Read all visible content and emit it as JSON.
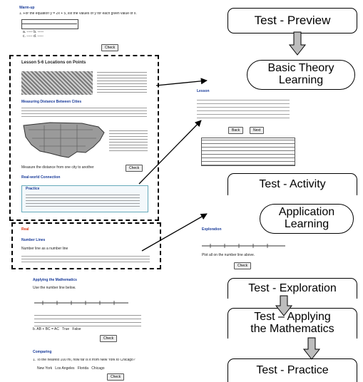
{
  "flow": {
    "test_preview": "Test - Preview",
    "basic_theory": [
      "Basic Theory",
      "Learning"
    ],
    "test_activity": "Test - Activity",
    "application": [
      "Application",
      "Learning"
    ],
    "test_exploration": "Test - Exploration",
    "test_applying": [
      "Test – Applying",
      "the Mathematics"
    ],
    "test_practice": "Test - Practice"
  },
  "thumb": {
    "preview_heading": "Warm-up",
    "preview_question": "1. For the equation y = 2x + 5, list the values of y for each given value of x.",
    "lesson_title": "Lesson 5-6 Locations on Points",
    "measuring_heading": "Measuring Distance Between Cities",
    "map_caption": "Measure the distance from one city to another",
    "real_world_heading": "Real-world Connection",
    "new_terms_heading": "Practice",
    "number_line_heading": "Number Lines",
    "number_line_sub": "Number line as a number line",
    "applying_heading": "Applying the Mathematics",
    "practice_heading": "Comparing",
    "check_label": "Check",
    "back_label": "Back",
    "next_label": "Next",
    "opt_true": "True",
    "opt_false": "False",
    "cities": [
      "New York",
      "Los Angeles",
      "Florida",
      "Chicago"
    ]
  },
  "colors": {
    "line": "#000000",
    "arrow_fill": "#bdbdbd",
    "heading_blue": "#1a3c9a",
    "accent_red": "#dd3311"
  }
}
